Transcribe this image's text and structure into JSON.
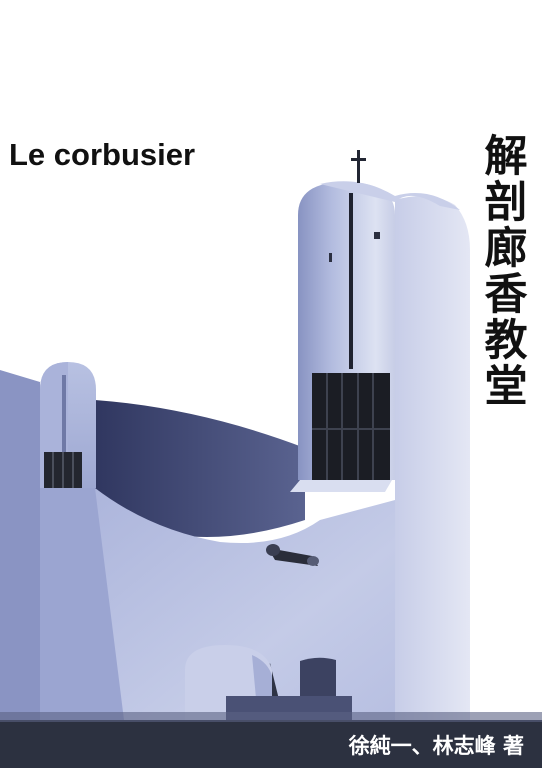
{
  "cover": {
    "english_title": "Le corbusier",
    "chinese_title": "解剖廊香教堂",
    "authors": "徐純一、林志峰 著"
  },
  "colors": {
    "background": "#ffffff",
    "building_light": "#c4cde6",
    "building_mid": "#9aa5cc",
    "building_shadow": "#656e9a",
    "roof_dark": "#434b76",
    "window_dark": "#23262f",
    "text": "#111111",
    "author_text": "#ffffff"
  }
}
